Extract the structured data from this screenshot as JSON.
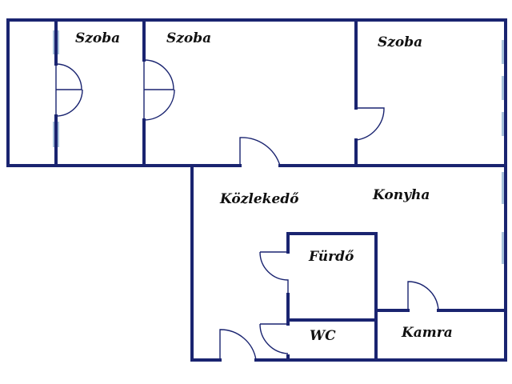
{
  "floorplan": {
    "rooms": [
      {
        "label": "Szoba"
      },
      {
        "label": "Szoba"
      },
      {
        "label": "Szoba"
      },
      {
        "label": "Közlekedő"
      },
      {
        "label": "Konyha"
      },
      {
        "label": "Fürdő"
      },
      {
        "label": "WC"
      },
      {
        "label": "Kamra"
      }
    ],
    "colors": {
      "wall": "#1a2470",
      "window": "#a9c3dc"
    }
  }
}
